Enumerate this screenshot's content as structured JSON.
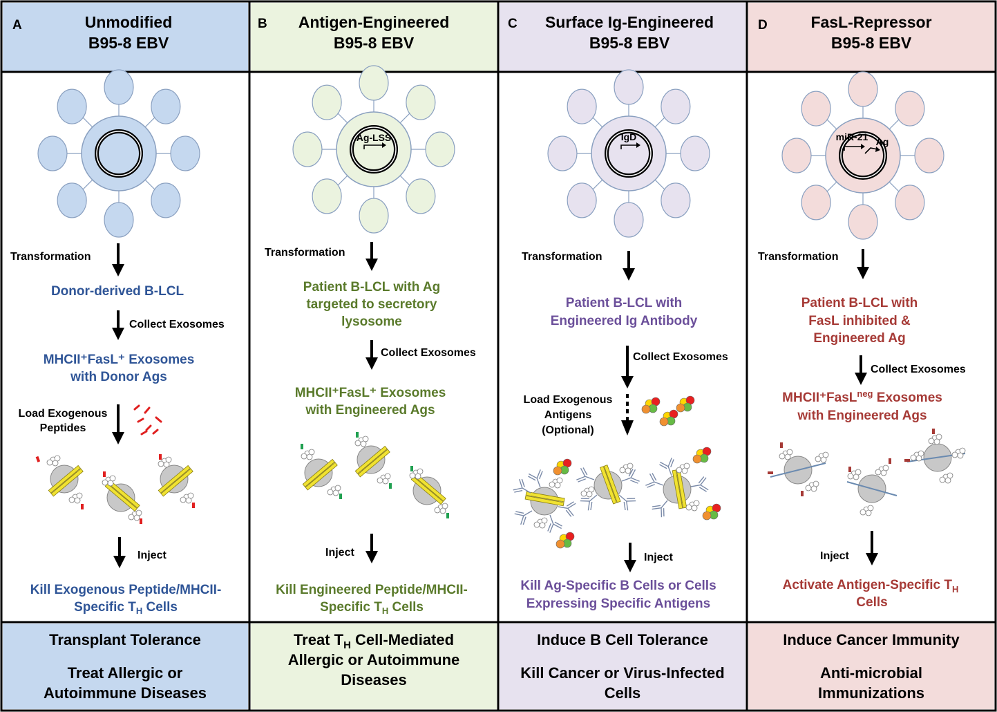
{
  "colors": {
    "panel_a": "#c5d8ef",
    "panel_b": "#ebf3df",
    "panel_c": "#e7e2ef",
    "panel_d": "#f3dcdb",
    "text_a": "#2f5597",
    "text_b": "#5a7a2b",
    "text_c": "#6b4f9a",
    "text_d": "#a63a36",
    "exosome": "#c8c8c8",
    "mhc_yellow": "#f0e232",
    "peptide_red": "#e02020",
    "peptide_green": "#20a050"
  },
  "panels": [
    {
      "letter": "A",
      "title": [
        "Unmodified",
        "B95-8 EBV"
      ],
      "plasmid_labels": [],
      "transformation_label": "Transformation",
      "cell_line": [
        "Donor-derived B-LCL"
      ],
      "collect_label": "Collect Exosomes",
      "exosome_line1": "MHCII⁺FasL⁺ Exosomes",
      "exosome_line2": "with Donor Ags",
      "load_label": [
        "Load Exogenous",
        "Peptides"
      ],
      "inject_label": "Inject",
      "outcome": [
        "Kill Exogenous Peptide/MHCII-",
        "Specific T",
        "H",
        " Cells"
      ],
      "application": [
        "Transplant Tolerance",
        "Treat Allergic or",
        "Autoimmune Diseases"
      ]
    },
    {
      "letter": "B",
      "title": [
        "Antigen-Engineered",
        "B95-8 EBV"
      ],
      "plasmid_labels": [
        "Ag-LSS"
      ],
      "transformation_label": "Transformation",
      "cell_line": [
        "Patient B-LCL with Ag",
        "targeted to secretory",
        "lysosome"
      ],
      "collect_label": "Collect Exosomes",
      "exosome_line1": "MHCII⁺FasL⁺ Exosomes",
      "exosome_line2": "with Engineered Ags",
      "load_label": [],
      "inject_label": "Inject",
      "outcome": [
        "Kill Engineered Peptide/MHCII-",
        "Specific T",
        "H",
        " Cells"
      ],
      "application": [
        "Treat T",
        "H",
        " Cell-Mediated",
        "Allergic or Autoimmune",
        "Diseases"
      ]
    },
    {
      "letter": "C",
      "title": [
        "Surface Ig-Engineered",
        "B95-8 EBV"
      ],
      "plasmid_labels": [
        "IgD"
      ],
      "transformation_label": "Transformation",
      "cell_line": [
        "Patient B-LCL with",
        "Engineered Ig Antibody"
      ],
      "collect_label": "Collect Exosomes",
      "load_label": [
        "Load Exogenous",
        "Antigens",
        "(Optional)"
      ],
      "inject_label": "Inject",
      "outcome": [
        "Kill Ag-Specific B Cells or Cells",
        "Expressing Specific Antigens"
      ],
      "application": [
        "Induce B Cell Tolerance",
        "Kill Cancer or Virus-Infected",
        "Cells"
      ]
    },
    {
      "letter": "D",
      "title": [
        "FasL-Repressor",
        "B95-8 EBV"
      ],
      "plasmid_labels": [
        "miR-21",
        "Ag"
      ],
      "transformation_label": "Transformation",
      "cell_line": [
        "Patient B-LCL with",
        "FasL inhibited &",
        "Engineered Ag"
      ],
      "collect_label": "Collect Exosomes",
      "exosome_line1_pre": "MHCII⁺FasL",
      "exosome_line1_sup": "neg",
      "exosome_line1_post": " Exosomes",
      "exosome_line2": "with Engineered Ags",
      "inject_label": "Inject",
      "outcome": [
        "Activate Antigen-Specific T",
        "H",
        "Cells"
      ],
      "application": [
        "Induce Cancer Immunity",
        "Anti-microbial",
        "Immunizations"
      ]
    }
  ]
}
